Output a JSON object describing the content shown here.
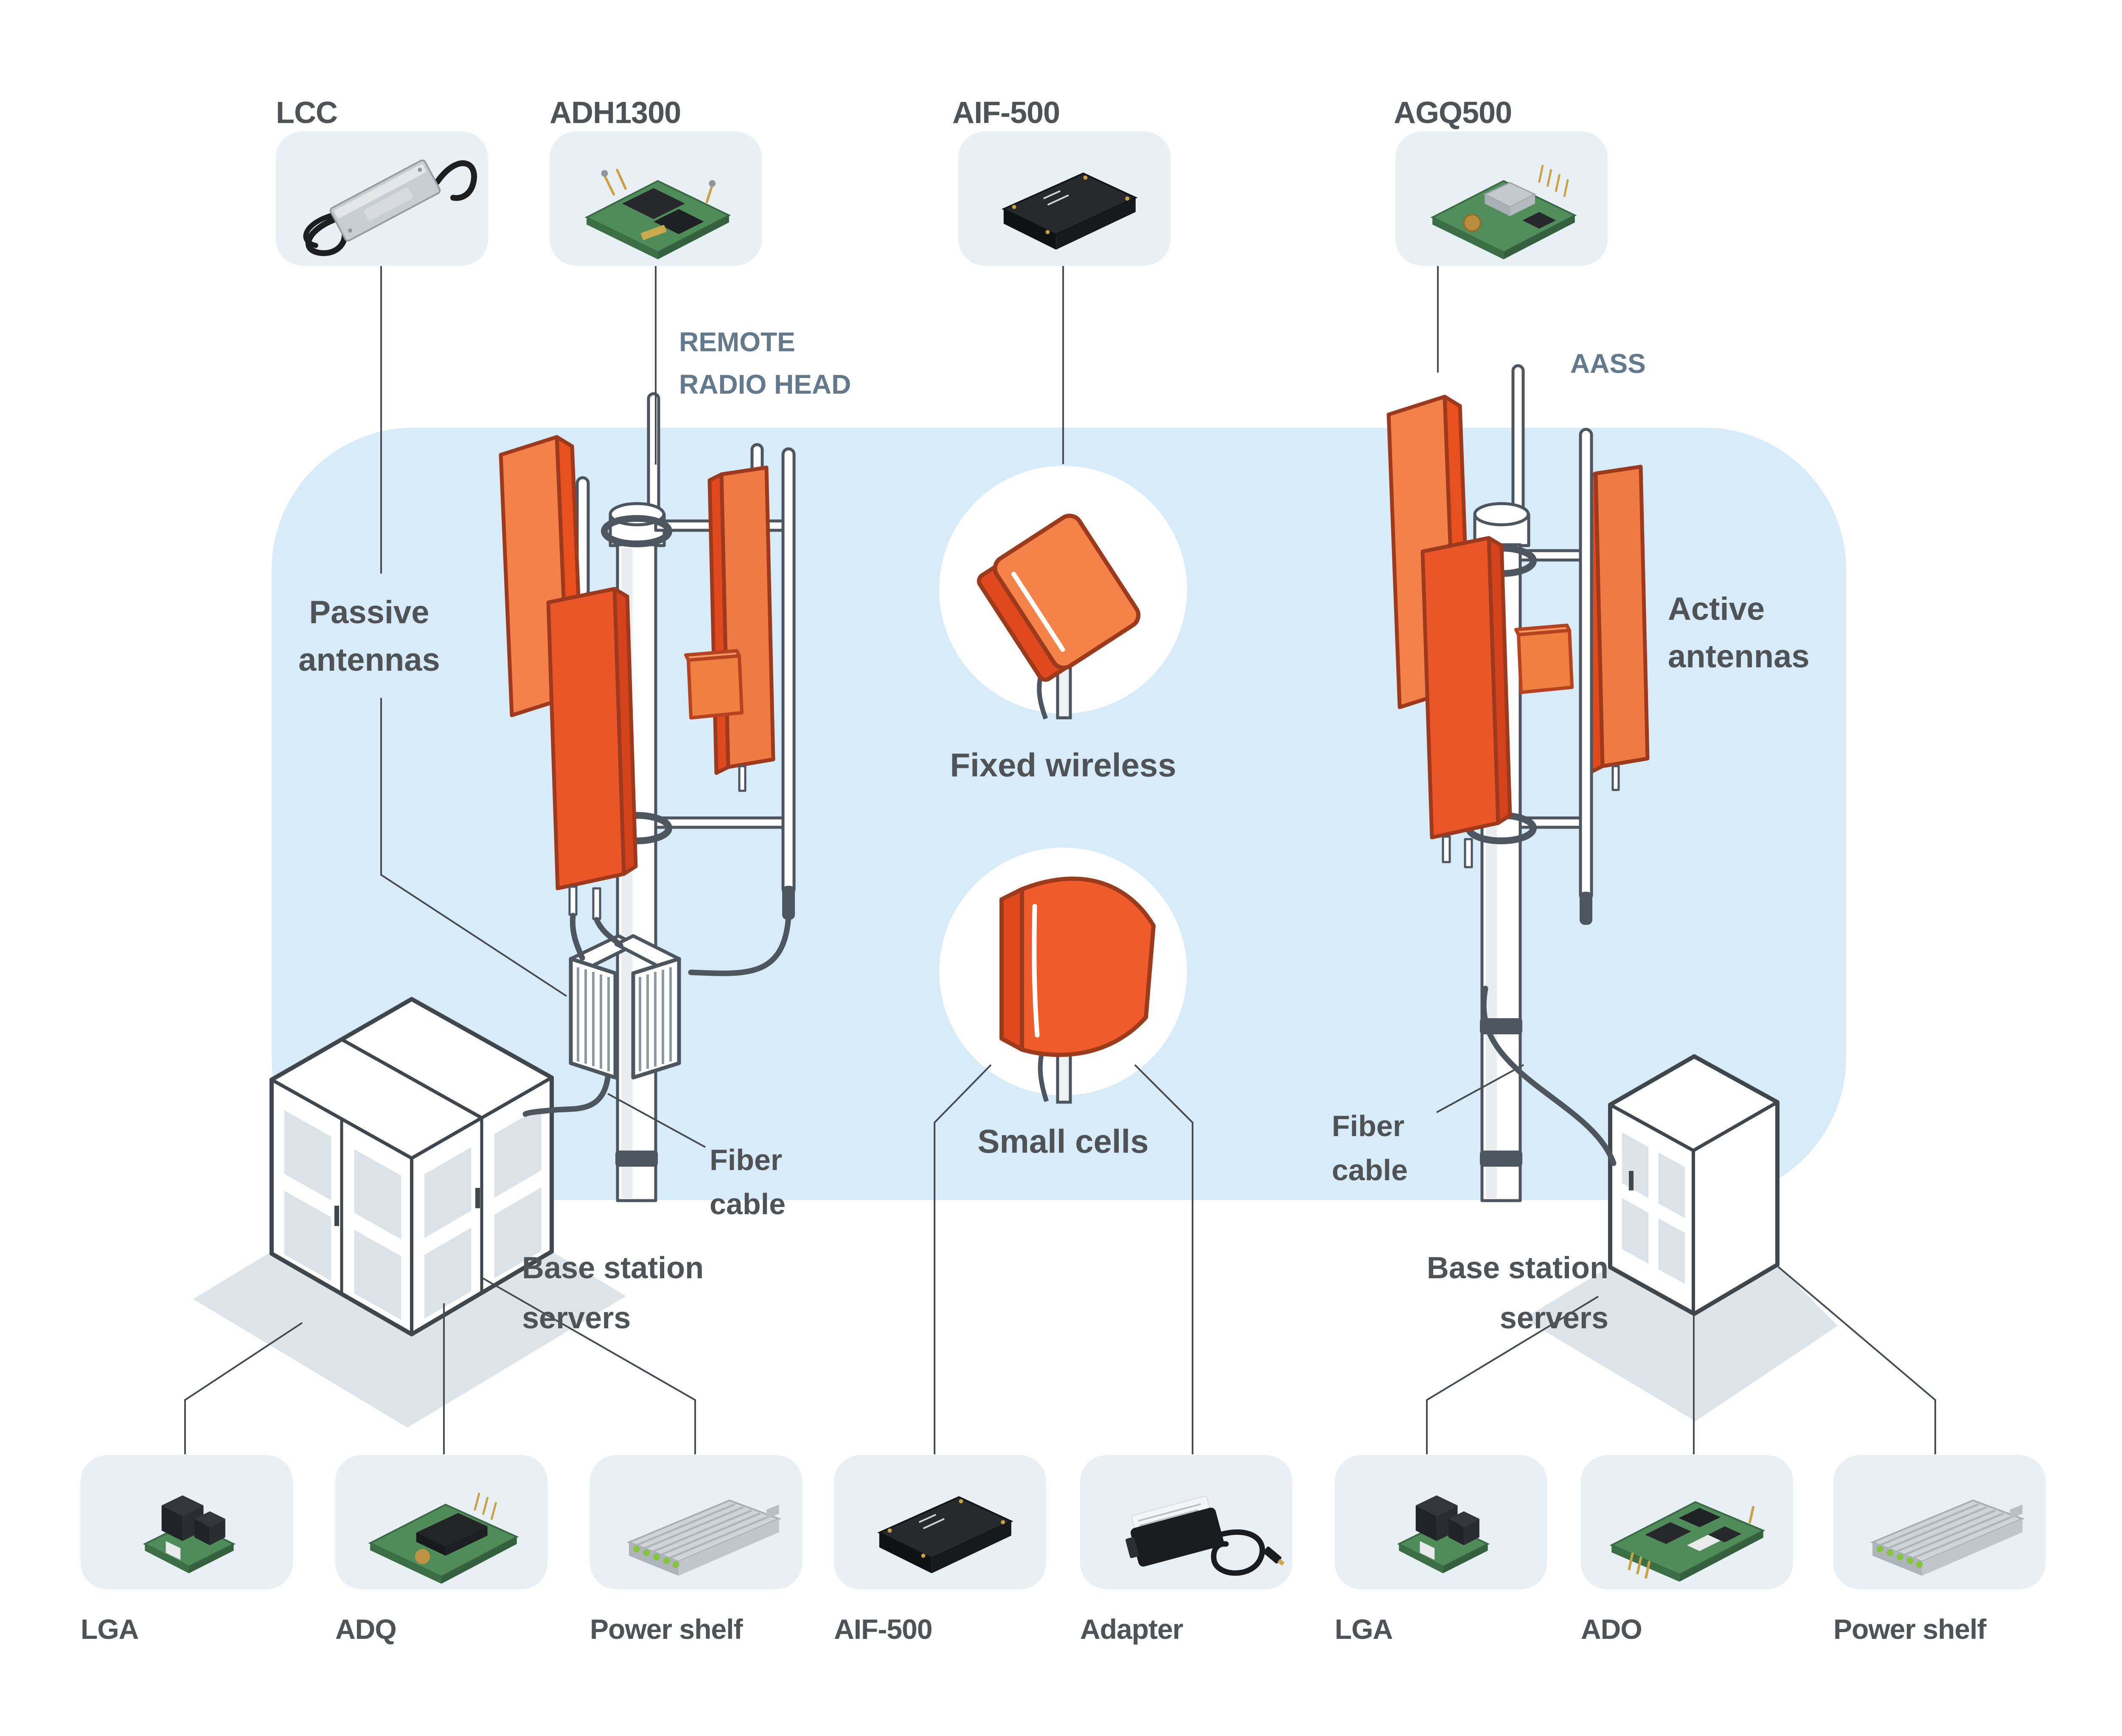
{
  "colors": {
    "background": "#ffffff",
    "coverage_blue": "#d7ebf8",
    "card_background": "#e9f0f5",
    "accent_orange": "#ea5628",
    "orange_light": "#f4814a",
    "orange_dark": "#e0491d",
    "orange_outline": "#9d3a1e",
    "text_dark": "#4f5356",
    "text_bluegrey": "#64798c",
    "line_grey": "#454b50",
    "structure_grey": "#4d565e"
  },
  "top_products": [
    {
      "label": "LCC",
      "icon": "lcc-converter-icon"
    },
    {
      "label": "ADH1300",
      "icon": "green-pcb-module-icon"
    },
    {
      "label": "AIF-500",
      "icon": "black-brick-module-icon"
    },
    {
      "label": "AGQ500",
      "icon": "green-pcb-module-icon"
    }
  ],
  "bottom_products": [
    {
      "label": "LGA",
      "icon": "green-pcb-module-icon"
    },
    {
      "label": "ADQ",
      "icon": "green-pcb-module-icon"
    },
    {
      "label": "Power shelf",
      "icon": "power-shelf-icon"
    },
    {
      "label": "AIF-500",
      "icon": "black-brick-module-icon"
    },
    {
      "label": "Adapter",
      "icon": "power-adapter-icon"
    },
    {
      "label": "LGA",
      "icon": "green-pcb-module-icon"
    },
    {
      "label": "ADO",
      "icon": "green-pcb-module-icon"
    },
    {
      "label": "Power shelf",
      "icon": "power-shelf-icon"
    }
  ],
  "annotations": {
    "remote_radio_head": {
      "line1": "REMOTE",
      "line2": "RADIO HEAD"
    },
    "aass": "AASS",
    "passive_antennas": {
      "line1": "Passive",
      "line2": "antennas"
    },
    "active_antennas": {
      "line1": "Active",
      "line2": "antennas"
    },
    "fixed_wireless": "Fixed wireless",
    "small_cells": "Small cells",
    "fiber_cable_left": {
      "line1": "Fiber",
      "line2": "cable"
    },
    "fiber_cable_right": {
      "line1": "Fiber",
      "line2": "cable"
    },
    "base_station_servers_left": {
      "line1": "Base station",
      "line2": "servers"
    },
    "base_station_servers_right": {
      "line1": "Base station",
      "line2": "servers"
    }
  }
}
